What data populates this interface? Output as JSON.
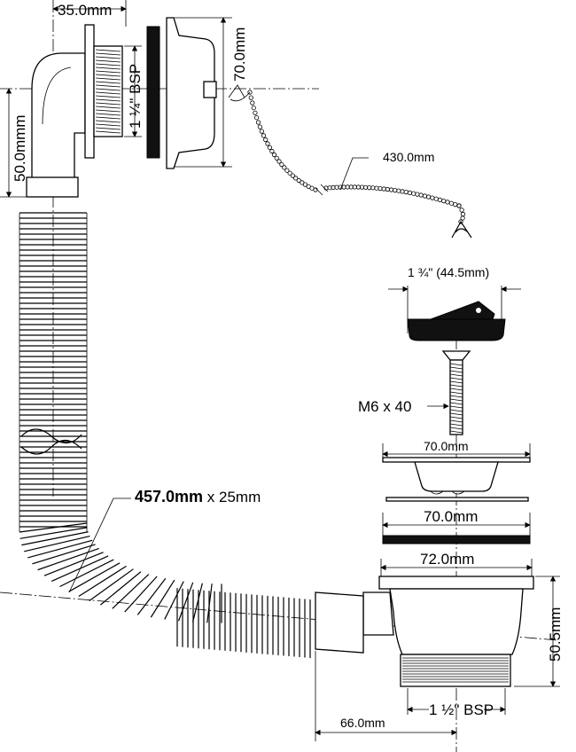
{
  "labels": {
    "outlet_offset": "35.0mm",
    "overflow_thread": "1 ¼\" BSP",
    "overflow_face": "70.0mm",
    "overflow_height": "50.0mmm",
    "chain_length": "430.0mm",
    "plug_diameter": "1 ¾\" (44.5mm)",
    "screw": "M6 x 40",
    "grate_diameter": "70.0mm",
    "washer_diameter": "70.0mm",
    "flange_diameter": "72.0mm",
    "hose_length": "457.0mm",
    "hose_bore": " x 25mm",
    "body_height": "50.5mm",
    "waste_thread": "1 ½\" BSP",
    "outlet_reach": "66.0mm"
  },
  "colors": {
    "ink": "#000000",
    "paper": "#ffffff",
    "rubber": "#111111"
  }
}
